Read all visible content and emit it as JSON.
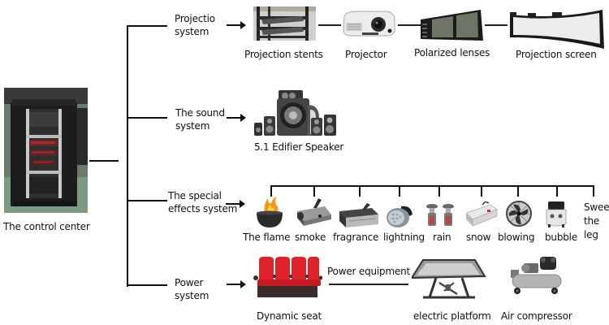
{
  "diagram": {
    "root": {
      "label": "The control center",
      "icon": "server-rack-icon"
    },
    "branches": [
      {
        "id": "projection",
        "label_lines": [
          "Projectio",
          "system"
        ],
        "items": [
          {
            "label": "Projection stents",
            "icon": "projection-stand-icon"
          },
          {
            "label": "Projector",
            "icon": "projector-icon"
          },
          {
            "label": "Polarized lenses",
            "icon": "polarized-lens-icon"
          },
          {
            "label": "Projection screen",
            "icon": "curved-screen-icon"
          }
        ]
      },
      {
        "id": "sound",
        "label_lines": [
          "The sound",
          "system"
        ],
        "items": [
          {
            "label": "5.1 Edifier Speaker",
            "icon": "speaker-set-icon"
          }
        ]
      },
      {
        "id": "special_effects",
        "label_lines": [
          "The special",
          "effects system"
        ],
        "items": [
          {
            "label": "The flame",
            "icon": "flame-bowl-icon"
          },
          {
            "label": "smoke",
            "icon": "smoke-machine-icon"
          },
          {
            "label": "fragrance",
            "icon": "fragrance-machine-icon"
          },
          {
            "label": "lightning",
            "icon": "strobe-light-icon"
          },
          {
            "label": "rain",
            "icon": "sprinkler-icon"
          },
          {
            "label": "snow",
            "icon": "snow-machine-icon"
          },
          {
            "label": "blowing",
            "icon": "fan-icon"
          },
          {
            "label": "bubble",
            "icon": "bubble-machine-icon"
          },
          {
            "label_lines": [
              "Swee",
              "the",
              "leg"
            ],
            "icon": null
          }
        ]
      },
      {
        "id": "power",
        "label_lines": [
          "Power",
          "system"
        ],
        "items": [
          {
            "label": "Dynamic seat",
            "icon": "motion-seat-icon"
          },
          {
            "label": "Power equipment",
            "icon": null
          },
          {
            "label": "electric platform",
            "icon": "electric-platform-icon"
          },
          {
            "label": "Air compressor",
            "icon": "air-compressor-icon"
          }
        ]
      }
    ]
  }
}
